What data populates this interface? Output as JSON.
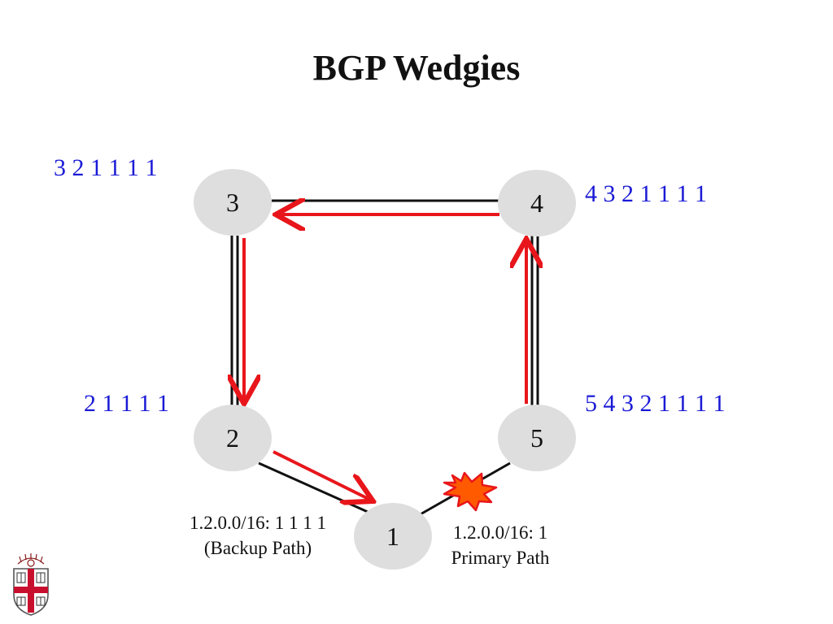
{
  "title": "BGP Wedgies",
  "colors": {
    "path_text": "#1a1ad6",
    "arrow": "#e8161b",
    "node": "#dedede",
    "link": "#111111",
    "explosion_fill": "#ff5a00",
    "explosion_stroke": "#e8161b"
  },
  "nodes": [
    {
      "id": "3",
      "label": "3"
    },
    {
      "id": "4",
      "label": "4"
    },
    {
      "id": "2",
      "label": "2"
    },
    {
      "id": "5",
      "label": "5"
    },
    {
      "id": "1",
      "label": "1"
    }
  ],
  "as_paths": {
    "node3": "3 2 1 1 1 1",
    "node4": "4 3 2 1 1 1 1",
    "node2": "2 1 1 1 1",
    "node5": "5 4 3 2 1 1 1 1"
  },
  "annotations": {
    "backup_prefix": "1.2.0.0/16: 1 1 1 1",
    "backup_label": "(Backup Path)",
    "primary_prefix": "1.2.0.0/16: 1",
    "primary_label": "Primary Path"
  },
  "logo_icon": "brown-university-shield-icon"
}
